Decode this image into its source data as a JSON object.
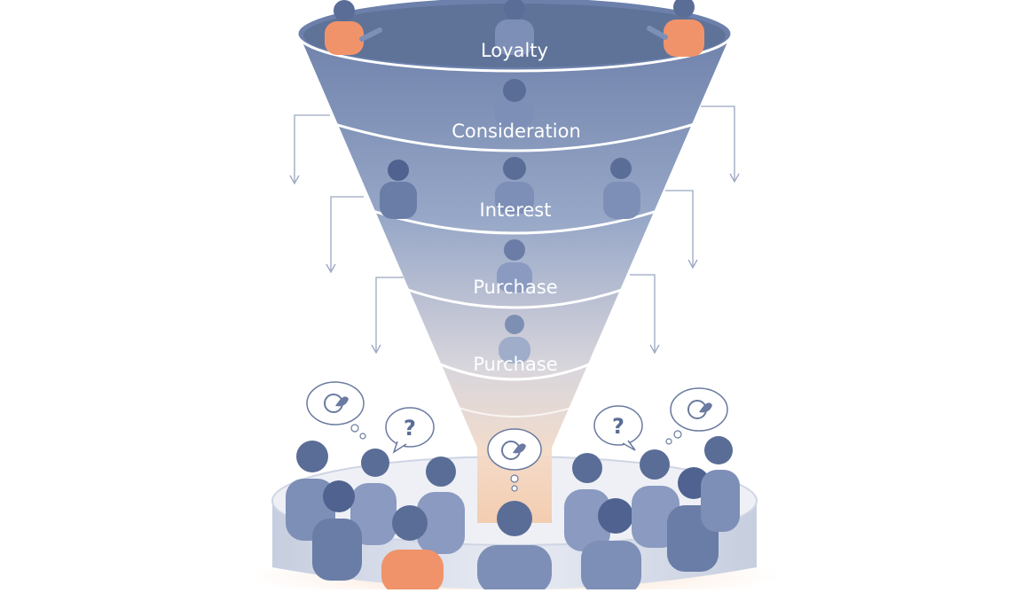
{
  "diagram": {
    "stages": [
      {
        "label": "Loyalty"
      },
      {
        "label": "Consideration"
      },
      {
        "label": "Interest"
      },
      {
        "label": "Purchase"
      },
      {
        "label": "Purchase"
      }
    ],
    "bubbles": [
      {
        "symbol": "?"
      },
      {
        "symbol": "?"
      }
    ]
  },
  "colors": {
    "funnel_top": "#6f82ab",
    "funnel_bottom": "#f4dccb",
    "person": "#7d8fb6",
    "person_dark": "#5a6d97",
    "accent_person": "#f0936a",
    "arrow": "#9aa6c1",
    "bubble_stroke": "#6a7aa0"
  }
}
